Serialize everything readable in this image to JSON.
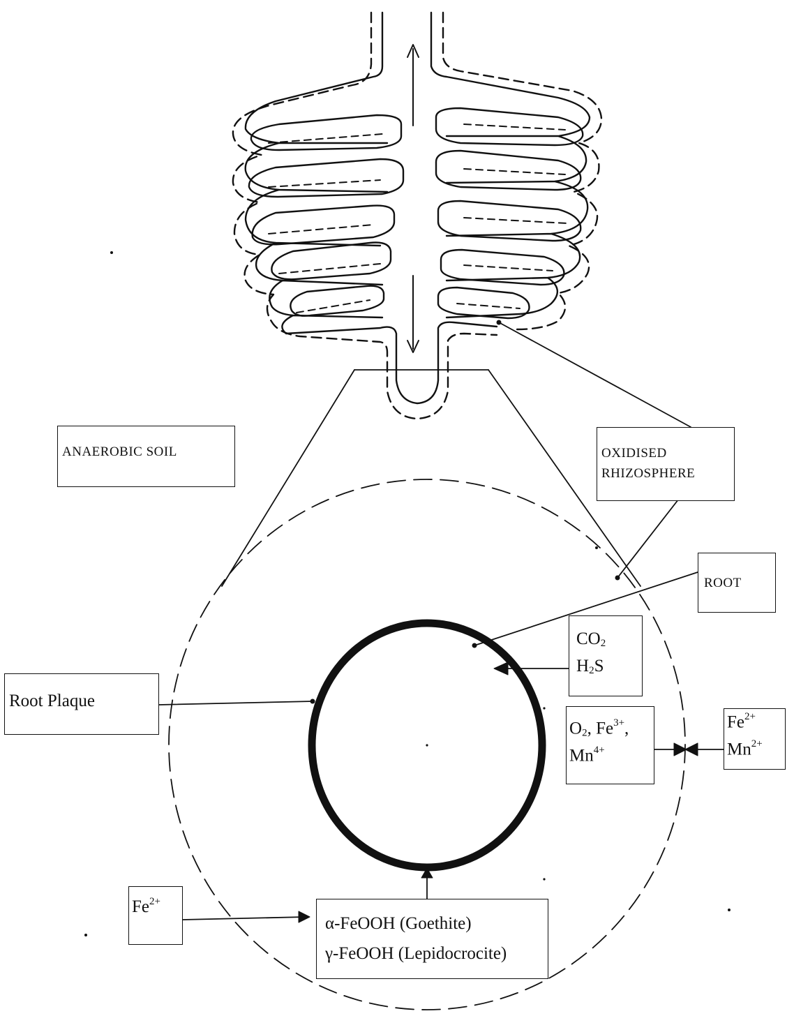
{
  "labels": {
    "anaerobic_soil": "ANAEROBIC SOIL",
    "oxidised_rhizosphere_line1": "OXIDISED",
    "oxidised_rhizosphere_line2": "RHIZOSPHERE",
    "root": "ROOT",
    "root_plaque": "Root Plaque",
    "gases": {
      "co2_base": "CO",
      "co2_sub": "2",
      "h2s_base": "H",
      "h2s_sub": "2",
      "h2s_tail": "S"
    },
    "oxidants": {
      "o2_base": "O",
      "o2_sub": "2",
      "fe3_base": ", Fe",
      "fe3_sup": "3+",
      "fe3_tail": ",",
      "mn4_base": "Mn",
      "mn4_sup": "4+"
    },
    "reduced_ions": {
      "fe2_base": "Fe",
      "fe2_sup": "2+",
      "mn2_base": "Mn",
      "mn2_sup": "2+"
    },
    "fe2_input": {
      "base": "Fe",
      "sup": "2+"
    },
    "plaque_minerals": {
      "goethite": "α-FeOOH (Goethite)",
      "lepidocrocite": "γ-FeOOH (Lepidocrocite)"
    }
  },
  "colors": {
    "ink": "#111111",
    "background": "#ffffff"
  }
}
